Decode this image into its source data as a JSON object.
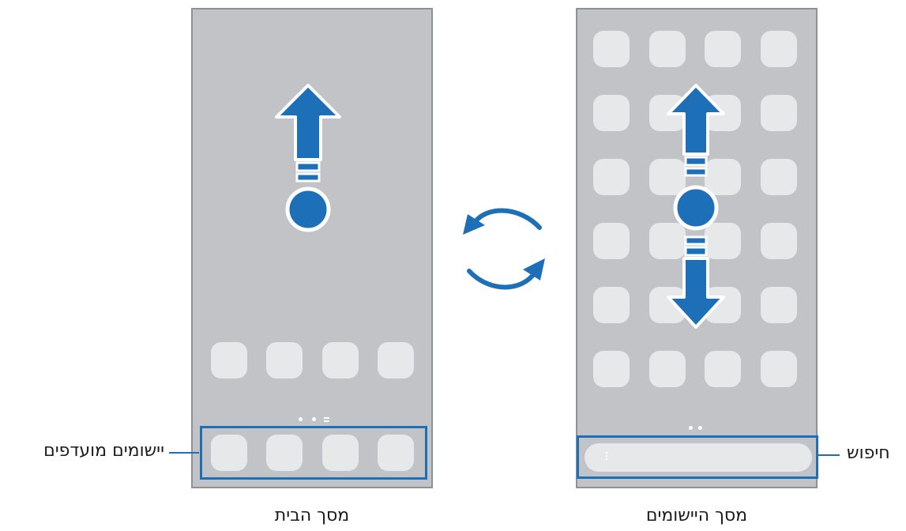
{
  "home_screen": {
    "caption": "מסך הבית",
    "favorites_label": "יישומים מועדפים"
  },
  "apps_screen": {
    "caption": "מסך היישומים",
    "search_label": "חיפוש"
  },
  "colors": {
    "accent": "#1d6fb8",
    "screen_bg": "#c1c3c6",
    "tile": "#e7e8ea"
  },
  "icons": [
    "swipe-up-arrow-icon",
    "swipe-down-arrow-icon",
    "touch-point-icon",
    "switch-cycle-icon",
    "more-options-icon"
  ]
}
